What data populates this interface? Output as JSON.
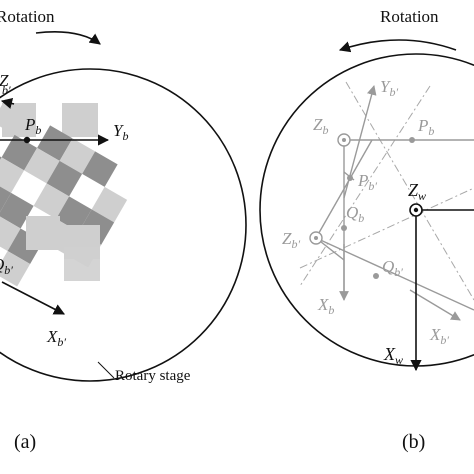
{
  "panels": {
    "a": {
      "caption": "(a)",
      "rotation_label": "Rotation",
      "stage_label": "Rotary stage",
      "labels": {
        "pb_main": "P",
        "pb_sub": "b",
        "yb_main": "Y",
        "yb_sub": "b",
        "top_main": "Z",
        "top_sub": "b′",
        "qb_main": "Q",
        "qb_sub": "b′",
        "xb_main": "X",
        "xb_sub": "b′"
      }
    },
    "b": {
      "caption": "(b)",
      "rotation_label": "Rotation",
      "labels": {
        "yb1_main": "Y",
        "yb1_sub": "b′",
        "zb_main": "Z",
        "zb_sub": "b",
        "pb_main": "P",
        "pb_sub": "b",
        "pb1_main": "P",
        "pb1_sub": "b′",
        "zw_main": "Z",
        "zw_sub": "w",
        "qb_main": "Q",
        "qb_sub": "b",
        "zb1_main": "Z",
        "zb1_sub": "b′",
        "qb1_main": "Q",
        "qb1_sub": "b′",
        "xb_main": "X",
        "xb_sub": "b",
        "xb1_main": "X",
        "xb1_sub": "b′",
        "xw_main": "X",
        "xw_sub": "w"
      }
    }
  },
  "colors": {
    "dark": "#111111",
    "gray": "#9a9a9a",
    "checker_light": "#cfcfcf",
    "checker_dark": "#8e8e8e"
  }
}
